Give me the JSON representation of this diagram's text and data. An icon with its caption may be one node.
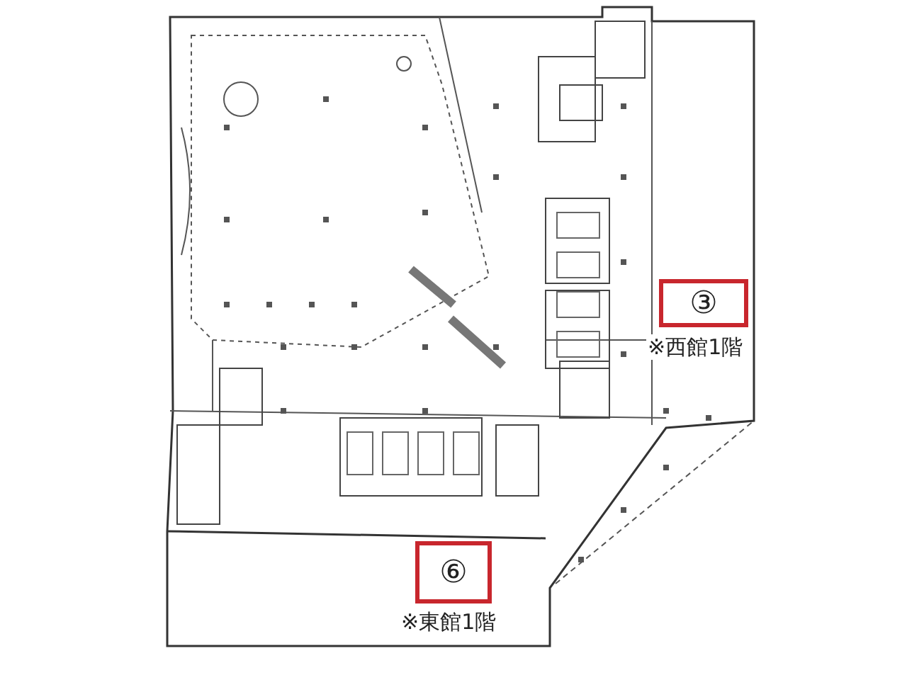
{
  "diagram": {
    "nodes": [
      {
        "text": [
          "③"
        ],
        "beside": [
          "※西館1階"
        ]
      },
      {
        "text": [
          "⑥"
        ],
        "beside": [
          "※東館1階"
        ]
      }
    ]
  }
}
